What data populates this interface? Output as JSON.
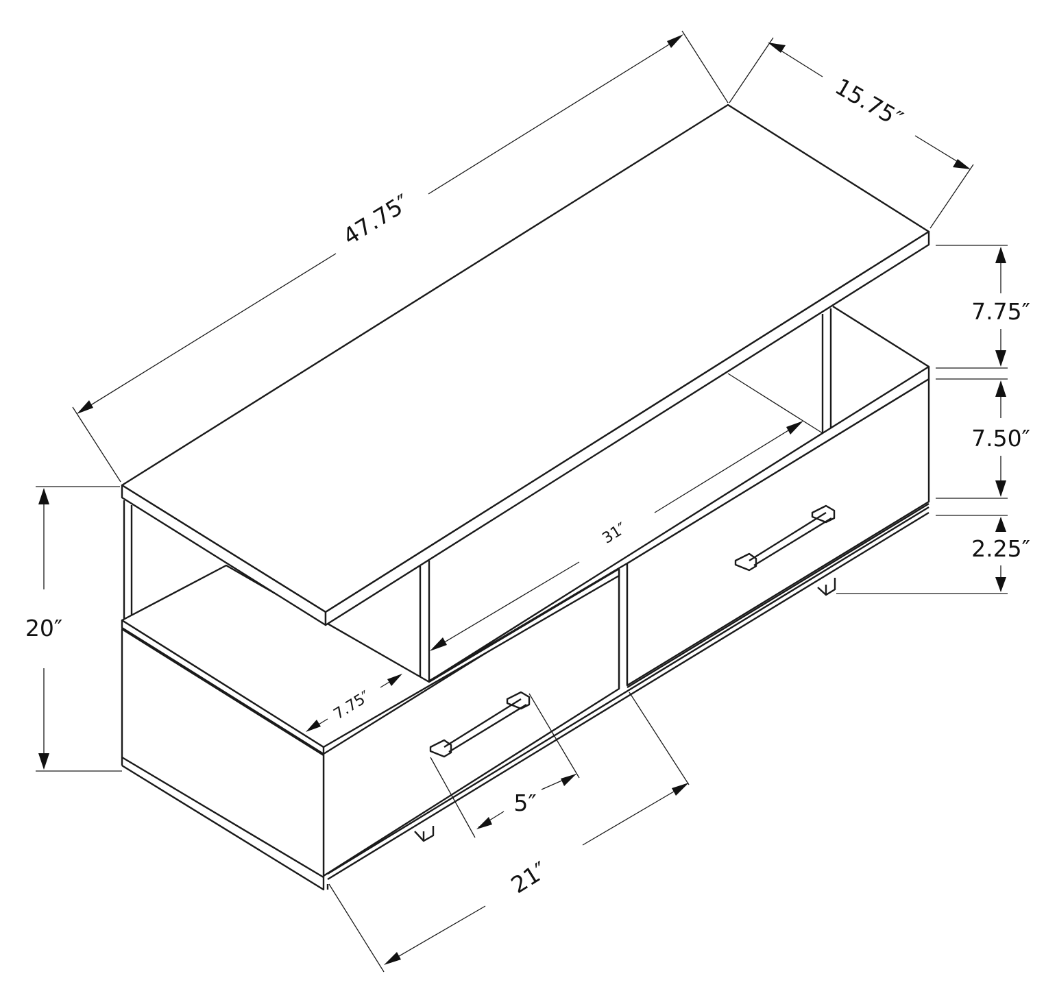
{
  "dimensions": {
    "top_width": "47.75″",
    "top_depth": "15.75″",
    "upper_opening_height": "7.75″",
    "drawer_height": "7.50″",
    "leg_height": "2.25″",
    "overall_height": "20″",
    "inner_span": "31″",
    "side_shelf_depth": "7.75″",
    "handle_length": "5″",
    "drawer_width": "21″"
  }
}
